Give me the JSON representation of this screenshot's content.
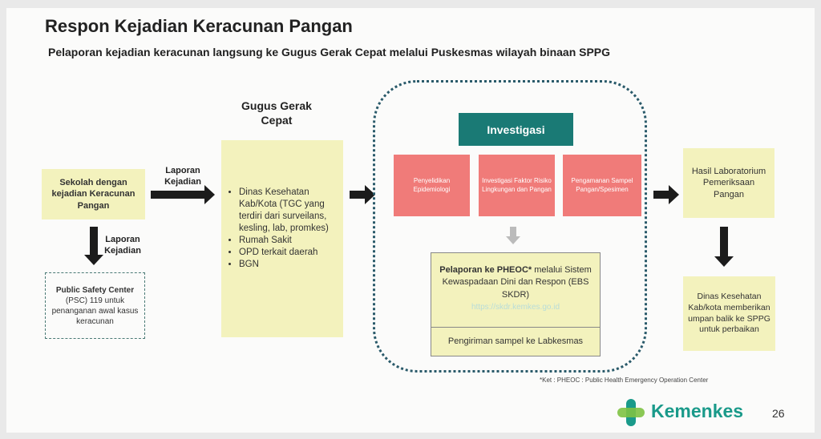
{
  "title": "Respon Kejadian Keracunan Pangan",
  "subtitle": "Pelaporan kejadian keracunan langsung ke Gugus Gerak Cepat melalui Puskesmas wilayah binaan SPPG",
  "sekolah": "Sekolah dengan kejadian Keracunan Pangan",
  "laporan_right": "Laporan Kejadian",
  "laporan_down": "Laporan Kejadian",
  "psc": {
    "title": "Public Safety Center",
    "body": "(PSC) 119 untuk penanganan awal kasus keracunan"
  },
  "ggc": {
    "title": "Gugus Gerak Cepat",
    "items": [
      "Dinas Kesehatan Kab/Kota (TGC yang terdiri dari surveilans, kesling, lab, promkes)",
      "Rumah Sakit",
      "OPD terkait daerah",
      "BGN"
    ]
  },
  "investigasi": {
    "title": "Investigasi",
    "items": [
      "Penyelidikan Epidemiologi",
      "Investigasi Faktor Risiko Lingkungan dan Pangan",
      "Pengamanan Sampel Pangan/Spesimen"
    ]
  },
  "pheoc": {
    "bold": "Pelaporan ke PHEOC*",
    "rest": " melalui Sistem Kewaspadaan Dini dan Respon (EBS SKDR)",
    "link": "https://skdr.kemkes.go.id",
    "pengiriman": "Pengiriman sampel ke Labkesmas"
  },
  "hasil": "Hasil Laboratorium Pemeriksaan Pangan",
  "dinas": "Dinas Kesehatan Kab/kota memberikan umpan balik ke SPPG untuk perbaikan",
  "footnote": "*Ket : PHEOC : Public Health Emergency Operation Center",
  "logo": "Kemenkes",
  "page": "26",
  "colors": {
    "box": "#f3f2bd",
    "teal": "#1a7a75",
    "red": "#f07b79",
    "logo": "#1a9a8a"
  }
}
